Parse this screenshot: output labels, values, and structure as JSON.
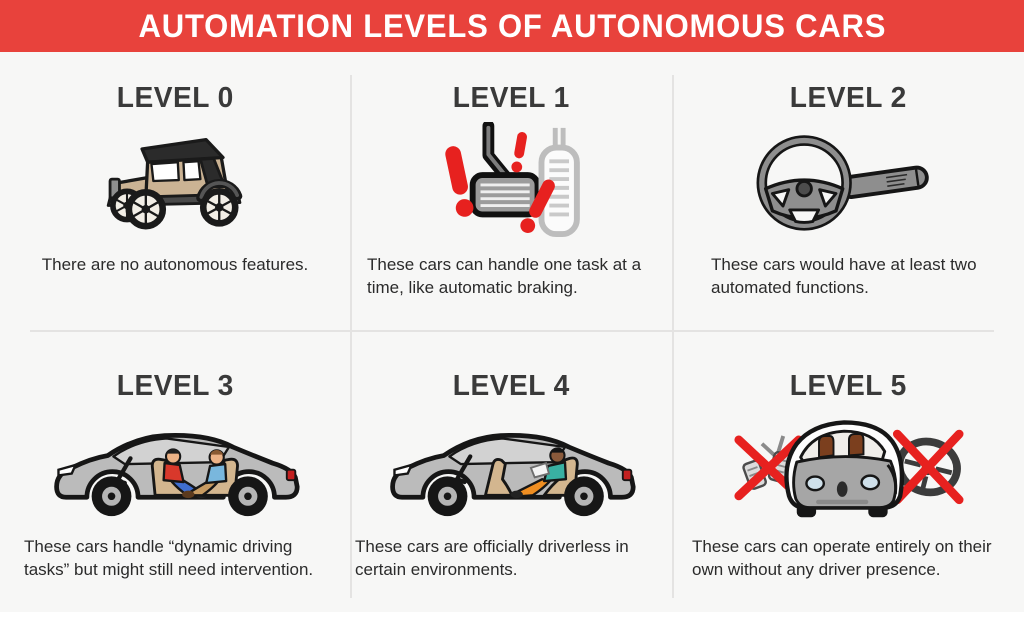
{
  "header": {
    "title": "AUTOMATION LEVELS OF AUTONOMOUS CARS",
    "bg_color": "#E8423C",
    "text_color": "#FFFFFF"
  },
  "colors": {
    "background": "#F7F7F6",
    "title_text": "#3A3A3A",
    "body_text": "#2B2B2B",
    "divider": "#E4E3E2",
    "accent_red": "#E7211F",
    "car_gray": "#BBBBBB",
    "vintage_tan": "#CBB394",
    "outline": "#1A1A1A"
  },
  "cells": [
    {
      "id": "level-0",
      "title": "LEVEL 0",
      "icon": "vintage-car-icon",
      "description": "There are no autonomous features."
    },
    {
      "id": "level-1",
      "title": "LEVEL 1",
      "icon": "pedals-warning-icon",
      "description": "These cars can handle one task at a time, like automatic braking."
    },
    {
      "id": "level-2",
      "title": "LEVEL 2",
      "icon": "steering-wheel-icon",
      "description": "These cars would have at least two automated functions."
    },
    {
      "id": "level-3",
      "title": "LEVEL 3",
      "icon": "car-facing-passengers-icon",
      "description": "These cars handle “dynamic driving tasks” but might still need intervention."
    },
    {
      "id": "level-4",
      "title": "LEVEL 4",
      "icon": "driverless-car-passenger-icon",
      "description": "These cars are officially driverless in certain environments."
    },
    {
      "id": "level-5",
      "title": "LEVEL 5",
      "icon": "pod-car-no-controls-icon",
      "description": "These cars can operate entirely on their own without any driver presence."
    }
  ]
}
